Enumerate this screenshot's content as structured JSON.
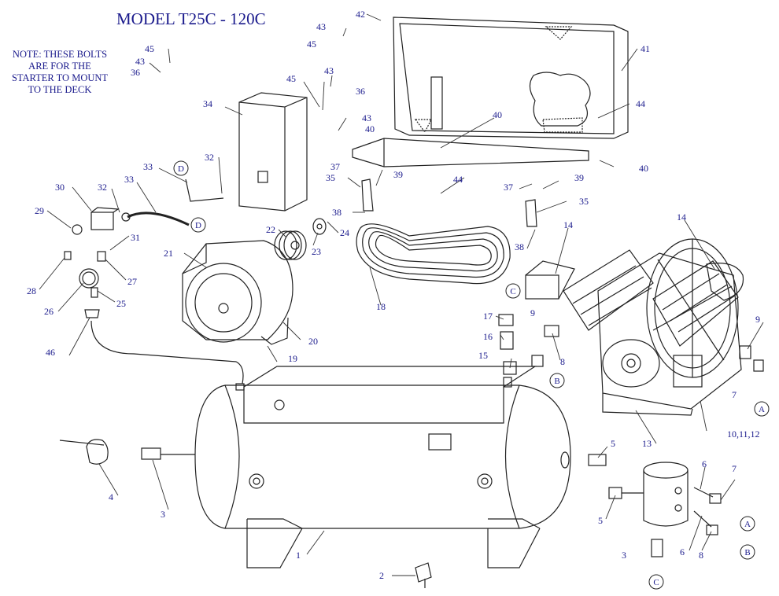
{
  "title": "MODEL T25C - 120C",
  "note": [
    "NOTE: THESE BOLTS",
    "ARE FOR THE",
    "STARTER TO MOUNT",
    "TO THE DECK"
  ],
  "colors": {
    "label": "#1a1a8c",
    "line": "#222222"
  },
  "callouts": [
    "1",
    "2",
    "3",
    "3",
    "4",
    "5",
    "5",
    "6",
    "6",
    "7",
    "7",
    "8",
    "8",
    "9",
    "9",
    "10,11,12",
    "13",
    "14",
    "14",
    "15",
    "16",
    "17",
    "18",
    "19",
    "20",
    "21",
    "22",
    "23",
    "24",
    "25",
    "26",
    "27",
    "28",
    "29",
    "30",
    "31",
    "32",
    "32",
    "33",
    "33",
    "34",
    "35",
    "35",
    "36",
    "36",
    "37",
    "37",
    "38",
    "38",
    "39",
    "39",
    "40",
    "40",
    "40",
    "41",
    "42",
    "43",
    "43",
    "43",
    "43",
    "44",
    "44",
    "45",
    "45",
    "45",
    "46"
  ],
  "connectors": [
    "A",
    "A",
    "B",
    "B",
    "C",
    "C",
    "D",
    "D"
  ]
}
